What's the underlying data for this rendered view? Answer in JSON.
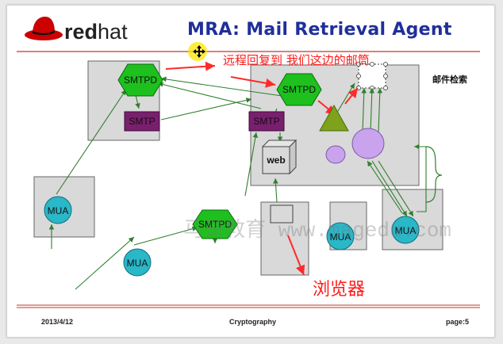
{
  "header": {
    "logo_text_bold": "red",
    "logo_text_regular": "hat",
    "logo_mark": "shadowman-icon",
    "title": "MRA: Mail Retrieval Agent"
  },
  "annotations": {
    "remote_reply": "远程回复到 我们这边的邮筒",
    "mail_retrieval": "邮件检索",
    "browser": "浏览器",
    "watermark": "马哥教育 www.magedu.com"
  },
  "nodes": {
    "smtpd_left": "SMTPD",
    "smtp_left": "SMTP",
    "smtpd_right": "SMTPD",
    "smtp_right": "SMTP",
    "web": "web",
    "smtpd_bottom": "SMTPD",
    "mua_left": "MUA",
    "mua_bottom": "MUA",
    "mua_center": "MUA",
    "mua_right": "MUA"
  },
  "footer": {
    "date": "2013/4/12",
    "center": "Cryptography",
    "page_label": "page:",
    "page_number": "5"
  },
  "colors": {
    "title_blue": "#1f2f9a",
    "hexagon_green": "#1ec01e",
    "smtp_purple": "#7a1f6e",
    "mua_teal": "#2ab7c8",
    "mailbox_lavender": "#c9a3ee",
    "triangle_olive": "#7ea219",
    "arrow_green": "#2f7f2f",
    "arrow_red": "#ff2a2a",
    "rule_red": "#c0392b"
  }
}
